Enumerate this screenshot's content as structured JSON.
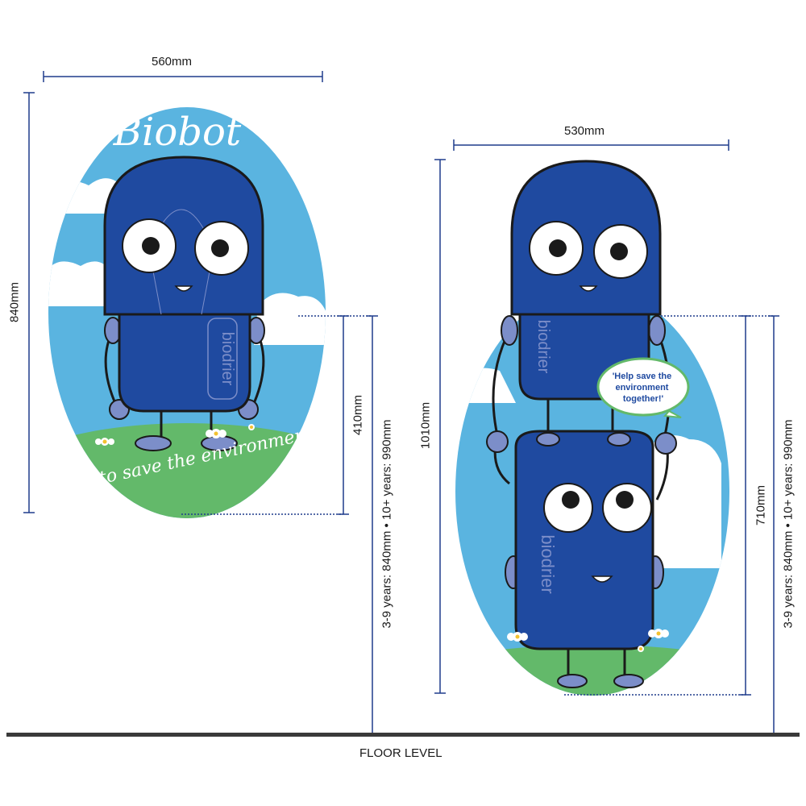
{
  "dimensions": {
    "left_width": "560mm",
    "left_height": "840mm",
    "left_lower": "410mm",
    "right_width": "530mm",
    "right_height": "1010mm",
    "right_lower": "710mm",
    "mount_height": "3-9 years: 840mm • 10+ years: 990mm",
    "floor": "FLOOR LEVEL"
  },
  "left_sign": {
    "title": "Biobot",
    "slogan": "help to save the environment",
    "robot_body_text": "biodrier"
  },
  "right_sign": {
    "speech_bubble": [
      "'Help save the",
      "environment",
      "together!'"
    ],
    "robot_body_text": "biodrier"
  },
  "colors": {
    "sky": "#5ab4e0",
    "grass": "#63b96a",
    "robot": "#1f4aa0",
    "robot_dark": "#17307a",
    "accent": "#7c8ec9",
    "dim_line": "#1f3c8c"
  }
}
